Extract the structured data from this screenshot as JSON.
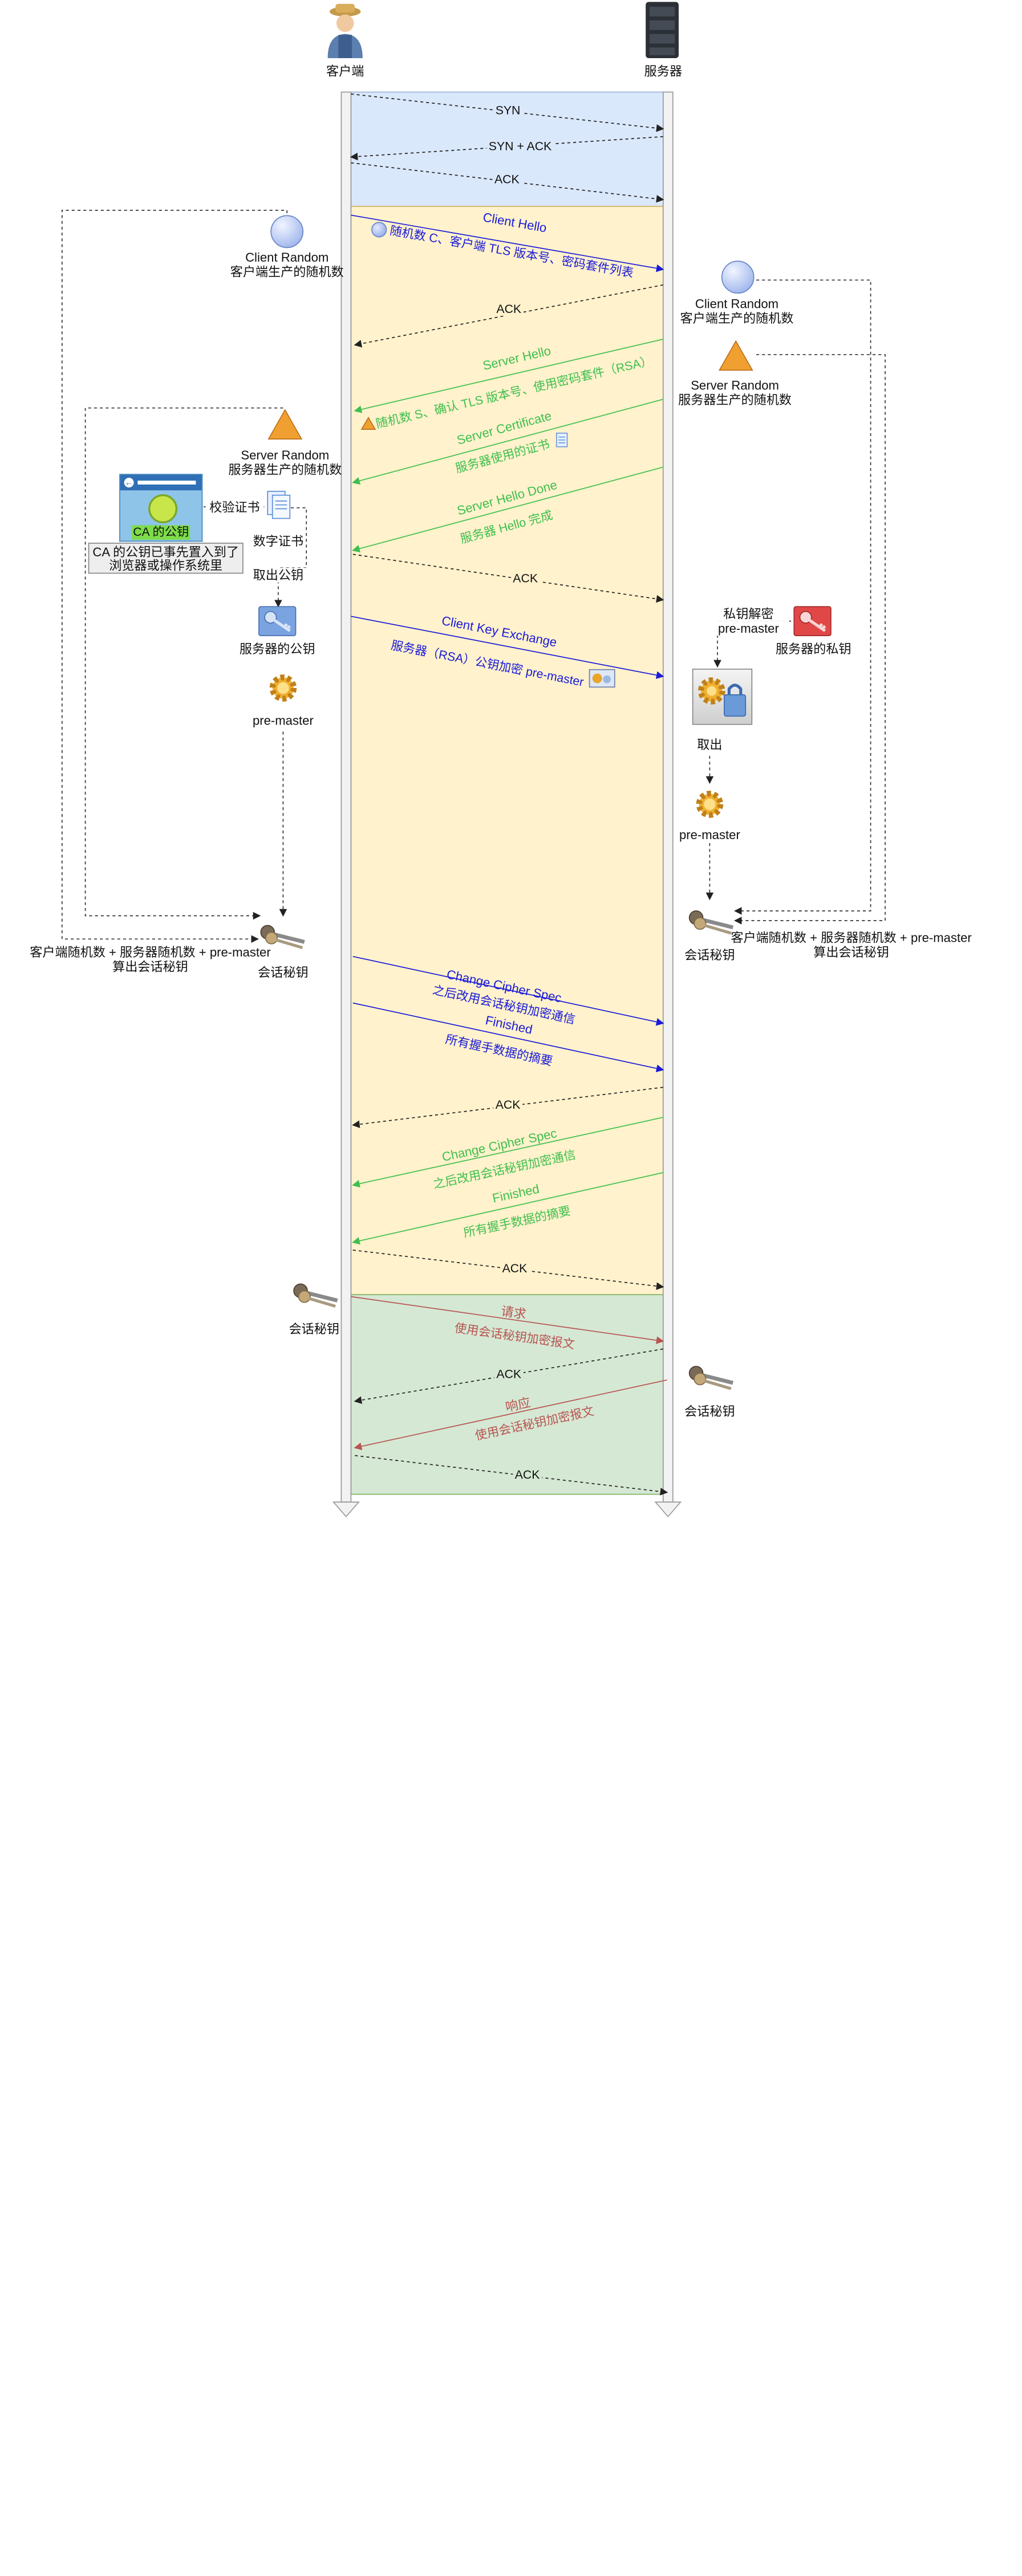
{
  "actors": {
    "client": "客户端",
    "server": "服务器"
  },
  "phase1": {
    "syn": "SYN",
    "synack": "SYN + ACK",
    "ack": "ACK"
  },
  "client_hello": {
    "title": "Client Hello",
    "desc": "随机数 C、客户端 TLS 版本号、密码套件列表"
  },
  "ack_generic": "ACK",
  "server_hello": {
    "title": "Server Hello",
    "desc": "随机数 S、确认 TLS 版本号、使用密码套件（RSA）"
  },
  "server_cert": {
    "title": "Server Certificate",
    "desc": "服务器使用的证书"
  },
  "server_done": {
    "title": "Server Hello Done",
    "desc": "服务器 Hello 完成"
  },
  "client_key_exchange": {
    "title": "Client Key Exchange",
    "desc": "服务器（RSA）公钥加密 pre-master"
  },
  "client_ccs": {
    "title": "Change Cipher Spec",
    "desc": "之后改用会话秘钥加密通信"
  },
  "client_finished": {
    "title": "Finished",
    "desc": "所有握手数据的摘要"
  },
  "server_ccs": {
    "title": "Change Cipher Spec",
    "desc": "之后改用会话秘钥加密通信"
  },
  "server_finished": {
    "title": "Finished",
    "desc": "所有握手数据的摘要"
  },
  "request": {
    "title": "请求",
    "desc": "使用会话秘钥加密报文"
  },
  "response": {
    "title": "响应",
    "desc": "使用会话秘钥加密报文"
  },
  "left": {
    "client_random_title": "Client Random",
    "client_random_desc": "客户端生产的随机数",
    "server_random_title": "Server Random",
    "server_random_desc": "服务器生产的随机数",
    "ca_pubkey": "CA 的公钥",
    "ca_note_1": "CA 的公钥已事先置入到了",
    "ca_note_2": "浏览器或操作系统里",
    "verify_cert": "校验证书",
    "digital_cert": "数字证书",
    "take_pubkey": "取出公钥",
    "server_pubkey": "服务器的公钥",
    "pre_master": "pre-master",
    "formula_1": "客户端随机数 + 服务器随机数 +  pre-master",
    "formula_2": "算出会话秘钥",
    "session_key": "会话秘钥",
    "session_key_2": "会话秘钥"
  },
  "right": {
    "client_random_title": "Client Random",
    "client_random_desc": "客户端生产的随机数",
    "server_random_title": "Server Random",
    "server_random_desc": "服务器生产的随机数",
    "decrypt_1": "私钥解密",
    "decrypt_2": "pre-master",
    "server_privkey": "服务器的私钥",
    "take_out": "取出",
    "pre_master": "pre-master",
    "session_key": "会话秘钥",
    "formula_1": "客户端随机数 + 服务器随机数 +  pre-master",
    "formula_2": "算出会话秘钥",
    "session_key_2": "会话秘钥"
  },
  "colors": {
    "tcp_phase": "#dae8fc",
    "tls_phase": "#fff2cc",
    "data_phase": "#d5e8d4",
    "blue_msg": "#1a1adb",
    "green_msg": "#3fbf4f",
    "red_msg": "#b85450"
  }
}
